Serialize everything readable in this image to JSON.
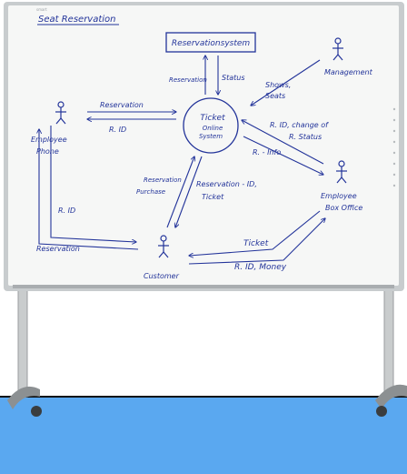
{
  "board": {
    "title": "Seat Reservation",
    "brand_mark": "smart"
  },
  "nodes": {
    "reservation_system": "Reservationsystem",
    "center_line1": "Ticket",
    "center_line2": "Online",
    "center_line3": "System",
    "management": "Management",
    "employee_phone_line1": "Employee",
    "employee_phone_line2": "Phone",
    "employee_box_line1": "Employee",
    "employee_box_line2": "Box Office",
    "customer": "Customer"
  },
  "flows": {
    "res_to_system": "Reservation",
    "status": "Status",
    "shows_seats_1": "Shows,",
    "shows_seats_2": "Seats",
    "phone_reservation": "Reservation",
    "phone_rid": "R. ID",
    "rid_change_1": "R. ID, change of",
    "rid_change_2": "R. Status",
    "r_info": "R. - Info",
    "res_purchase_1": "Reservation",
    "res_purchase_2": "Purchase",
    "res_id_ticket_1": "Reservation - ID,",
    "res_id_ticket_2": "Ticket",
    "left_rid": "R. ID",
    "left_reservation": "Reservation",
    "ticket": "Ticket",
    "rid_money": "R. ID, Money"
  },
  "colors": {
    "wall": "#ffffff",
    "floor": "#5aa8f0",
    "board": "#f6f7f6",
    "frame": "#c8ccce",
    "ink": "#23349a"
  }
}
